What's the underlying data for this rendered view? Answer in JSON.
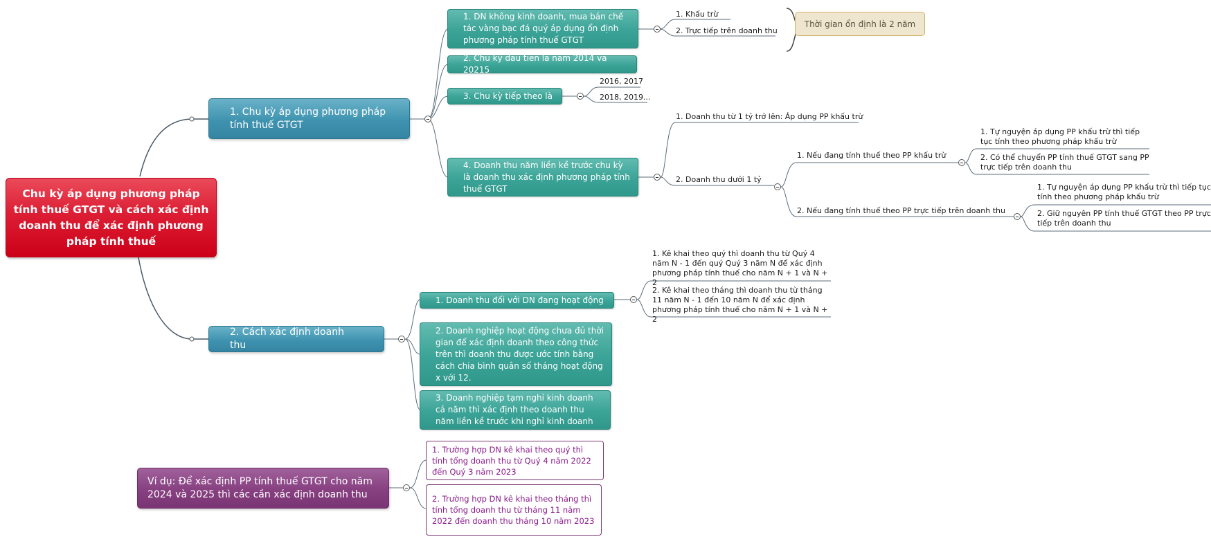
{
  "root": {
    "label": "Chu kỳ áp dụng phương pháp tính thuế GTGT và cách xác định doanh thu để xác định phương pháp tính thuế"
  },
  "branch1": {
    "label": "1. Chu kỳ áp dụng phương pháp tính thuế GTGT",
    "sub1": {
      "label": "1. DN không kinh doanh, mua bán chế tác vàng bạc đá quý áp dụng ổn định phương pháp tính thuế GTGT",
      "opt1": "1. Khấu trừ",
      "opt2": "2. Trực tiếp trên doanh thu",
      "note": "Thời gian ổn định là 2 năm"
    },
    "sub2": {
      "label": "2. Chu kỳ đầu tiên là năm 2014 và 20215"
    },
    "sub3": {
      "label": "3. Chu kỳ tiếp theo là",
      "opt1": "2016, 2017",
      "opt2": "2018, 2019..."
    },
    "sub4": {
      "label": "4. Doanh thu năm liền kề trước chu kỳ là doanh thu xác định phương pháp tính thuế GTGT",
      "opt1": "1. Doanh thu từ 1 tỷ trở lên: Áp dụng PP khấu trừ",
      "opt2": "2. Doanh thu dưới 1 tỷ",
      "case1": {
        "label": "1. Nếu đang tính thuế theo PP khấu trừ",
        "a": "1. Tự nguyện áp dụng PP khấu trừ thì tiếp tục tính theo phương pháp khấu trừ",
        "b": "2. Có thể chuyển PP tính thuế GTGT sang PP trực tiếp trên doanh thu"
      },
      "case2": {
        "label": "2. Nếu đang tính thuế theo PP trực tiếp trên doanh thu",
        "a": "1. Tự nguyện áp dụng PP khấu trừ thì tiếp tục tính theo phương pháp khấu trừ",
        "b": "2. Giữ nguyên PP tính thuế GTGT theo PP trực tiếp trên doanh thu"
      }
    }
  },
  "branch2": {
    "label": "2. Cách xác định doanh thu",
    "sub1": {
      "label": "1. Doanh thu đối với DN đang hoạt động",
      "opt1": "1. Kê khai theo quý thì doanh thu từ Quý 4 năm N - 1 đến quý Quý 3 năm N để xác định phương pháp tính thuế cho năm N + 1 và N + 2",
      "opt2": "2. Kê khai theo tháng thì doanh thu từ  tháng 11 năm N - 1 đến 10 năm N để xác định phương pháp tính thuế cho năm N + 1 và N + 2"
    },
    "sub2": {
      "label": "2. Doanh nghiệp hoạt động chưa đủ thời gian để xác định doanh theo công thức trên thì doanh thu được ước tính bằng cách chia bình quân số tháng hoạt động x với 12."
    },
    "sub3": {
      "label": "3. Doanh nghiệp tạm nghỉ kinh doanh cả năm thì xác định theo doanh thu năm liền kề trước khi nghỉ kinh doanh"
    }
  },
  "example": {
    "label": "Ví dụ: Để xác định PP tính thuế GTGT cho năm 2024 và 2025 thì các cần xác định doanh thu",
    "opt1": "1. Trường hợp DN kê khai theo quý thì tính tổng doanh thu từ Quý 4 năm 2022 đến Quý 3 năm 2023",
    "opt2": "2. Trường hợp DN kê khai theo tháng thì tính tổng doanh thu từ tháng 11 năm 2022 đến doanh thu tháng 10 năm 2023"
  }
}
